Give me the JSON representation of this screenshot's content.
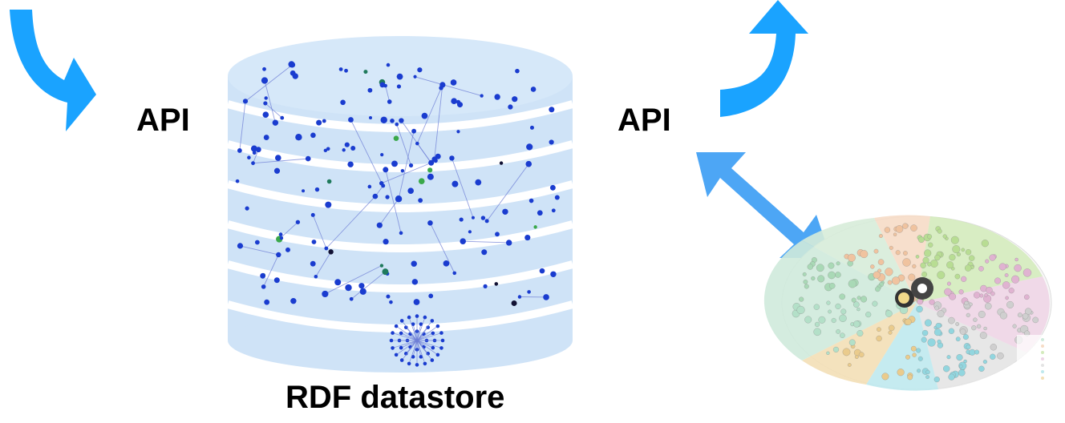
{
  "labels": {
    "api_left": "API",
    "api_right": "API",
    "datastore": "RDF datastore"
  },
  "icons": {
    "incoming": "curved-arrow-down-right-icon",
    "outgoing": "curved-arrow-up-icon",
    "exchange": "double-headed-arrow-icon",
    "datastore": "database-cylinder-icon",
    "linked_data_cloud": "linked-open-data-cloud-icon"
  },
  "colors": {
    "arrow": "#1aa3ff",
    "double_arrow": "#4da6f5",
    "cylinder_fill": "#cfe3f7",
    "cylinder_band": "#ffffff",
    "node": "#1a3ccf",
    "edge": "#6f7fd6"
  }
}
